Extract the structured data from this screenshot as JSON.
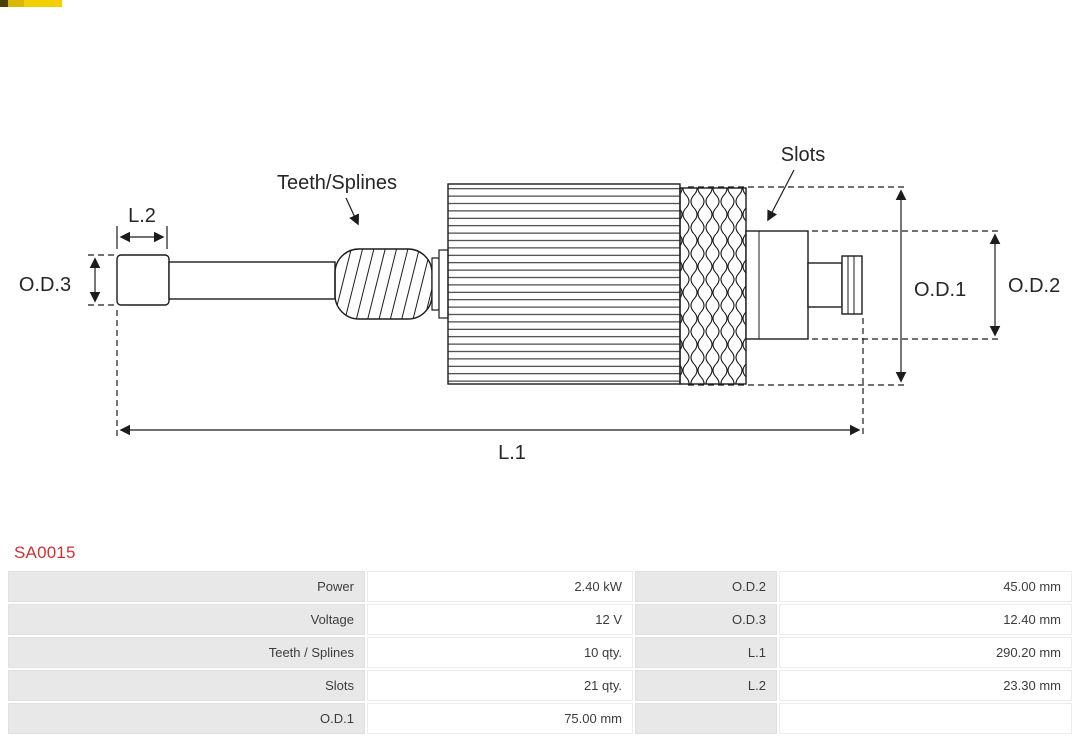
{
  "part_number": "SA0015",
  "icons": {
    "logo_fragment": "as-pl-logo-strip"
  },
  "diagram": {
    "labels": {
      "teeth_splines": "Teeth/Splines",
      "slots": "Slots",
      "l2": "L.2",
      "od3": "O.D.3",
      "od1": "O.D.1",
      "od2": "O.D.2",
      "l1": "L.1"
    }
  },
  "table": {
    "rows": [
      {
        "label1": "Power",
        "value1": "2.40 kW",
        "label2": "O.D.2",
        "value2": "45.00 mm"
      },
      {
        "label1": "Voltage",
        "value1": "12 V",
        "label2": "O.D.3",
        "value2": "12.40 mm"
      },
      {
        "label1": "Teeth / Splines",
        "value1": "10 qty.",
        "label2": "L.1",
        "value2": "290.20 mm"
      },
      {
        "label1": "Slots",
        "value1": "21 qty.",
        "label2": "L.2",
        "value2": "23.30 mm"
      },
      {
        "label1": "O.D.1",
        "value1": "75.00 mm",
        "label2": "",
        "value2": ""
      }
    ]
  },
  "colors": {
    "part_number_red": "#cc3333",
    "table_label_bg": "#e8e8e8",
    "table_border": "#e0e0e0",
    "diagram_line": "#1c1c1c",
    "logo_yellow": "#f2cf00"
  }
}
